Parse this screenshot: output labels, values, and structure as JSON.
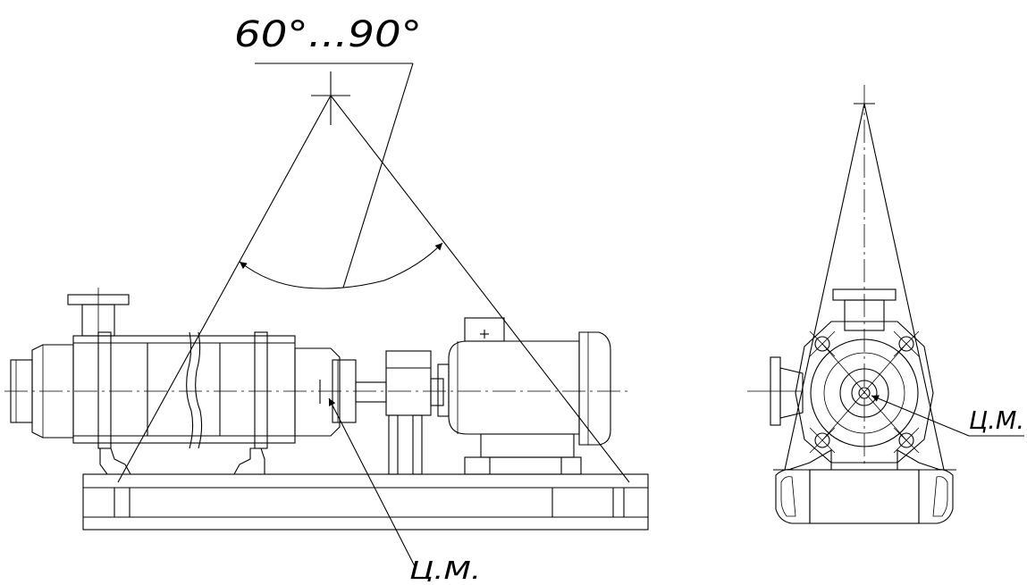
{
  "angle_label": "60°...90°",
  "cm_label_side": "Ц.М.",
  "cm_label_front": "Ц.М."
}
